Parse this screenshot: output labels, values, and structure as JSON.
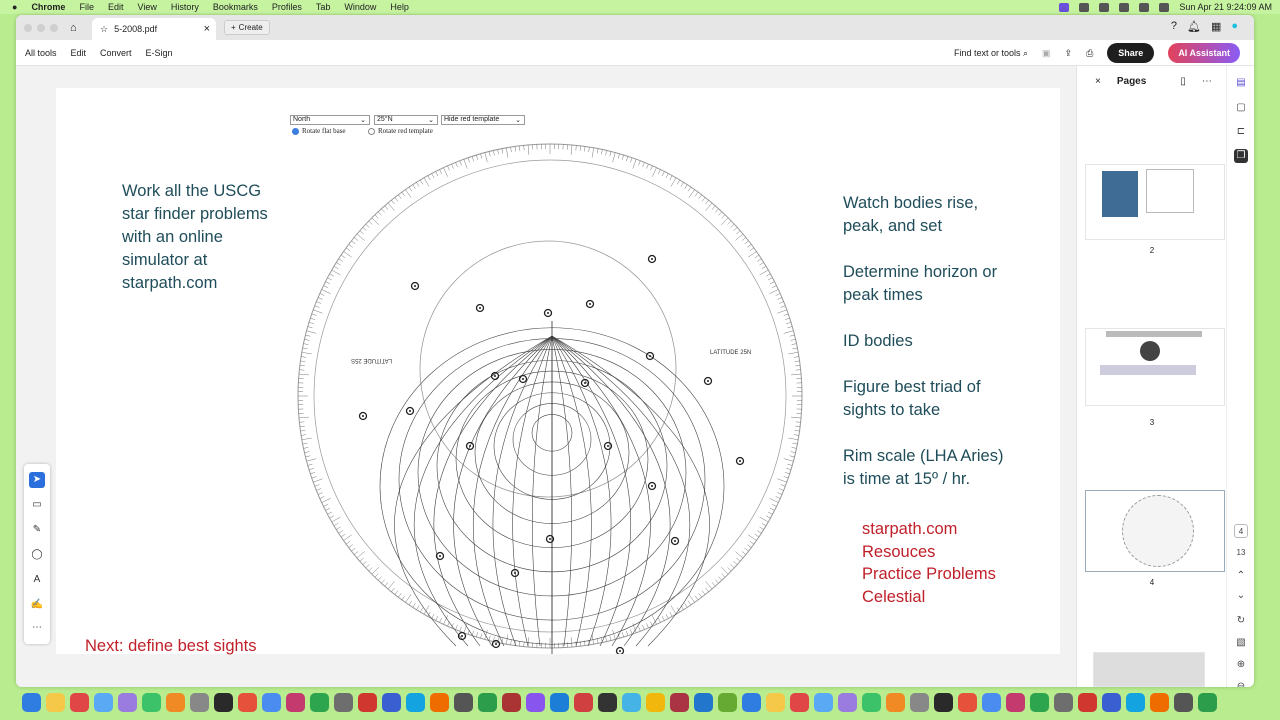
{
  "menubar": {
    "apple": "",
    "app": "Chrome",
    "items": [
      "File",
      "Edit",
      "View",
      "History",
      "Bookmarks",
      "Profiles",
      "Tab",
      "Window",
      "Help"
    ],
    "clock": "Sun Apr 21  9:24:09 AM"
  },
  "browser": {
    "tab_title": "5-2008.pdf",
    "new_tab": "Create"
  },
  "toolbar": {
    "items": [
      "All tools",
      "Edit",
      "Convert",
      "E-Sign"
    ],
    "search": "Find text or tools",
    "share": "Share",
    "ai": "AI Assistant"
  },
  "simulator": {
    "hemisphere": "North",
    "latitude": "25°N",
    "template": "Hide red template",
    "radio1": "Rotate flat base",
    "radio2": "Rotate red template",
    "lat_label": "LATITUDE 25N",
    "lat_label_mirror": "LATITUDE 25S"
  },
  "slide": {
    "left_text": [
      "Work all the USCG",
      "star finder problems",
      "with an online",
      "simulator at",
      "starpath.com"
    ],
    "right_text": [
      [
        "Watch bodies rise,",
        "peak, and set"
      ],
      [
        "Determine horizon or",
        "peak times"
      ],
      [
        "ID bodies"
      ],
      [
        "Figure best triad of",
        "sights to take"
      ],
      [
        "Rim scale (LHA Aries)",
        "is time at 15º / hr."
      ]
    ],
    "links": [
      "starpath.com",
      "Resouces",
      "Practice Problems",
      "Celestial"
    ],
    "next": "Next: define best sights"
  },
  "pages_panel": {
    "title": "Pages",
    "thumbs": [
      "2",
      "3",
      "4"
    ],
    "current_page": "4",
    "total_pages": "13"
  },
  "colors": {
    "teal": "#1f4d5a",
    "red": "#c0202a",
    "share": "#1e1e1e",
    "menubar": "#c6f3a0"
  }
}
